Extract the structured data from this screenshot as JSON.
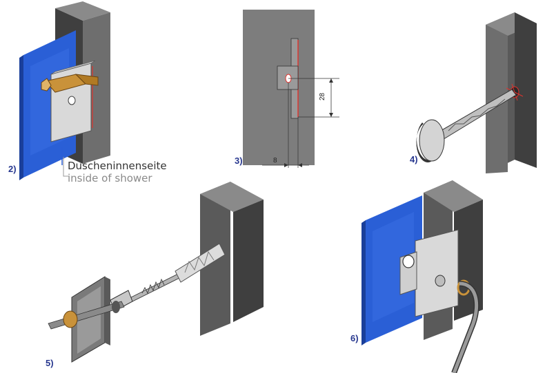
{
  "steps": {
    "s2": "2)",
    "s3": "3)",
    "s4": "4)",
    "s5": "5)",
    "s6": "6)"
  },
  "caption": {
    "german": "Duscheninnenseite",
    "english": "inside of shower"
  },
  "dimensions": {
    "height": "28",
    "offset": "8"
  },
  "colors": {
    "glass_blue": "#2a5fd6",
    "wall_grey": "#6e6e6e",
    "wall_dark": "#3f3f3f",
    "bracket_silver": "#d9d9d9",
    "drill_bit": "#c9923a",
    "marking_red": "#e0322c"
  }
}
